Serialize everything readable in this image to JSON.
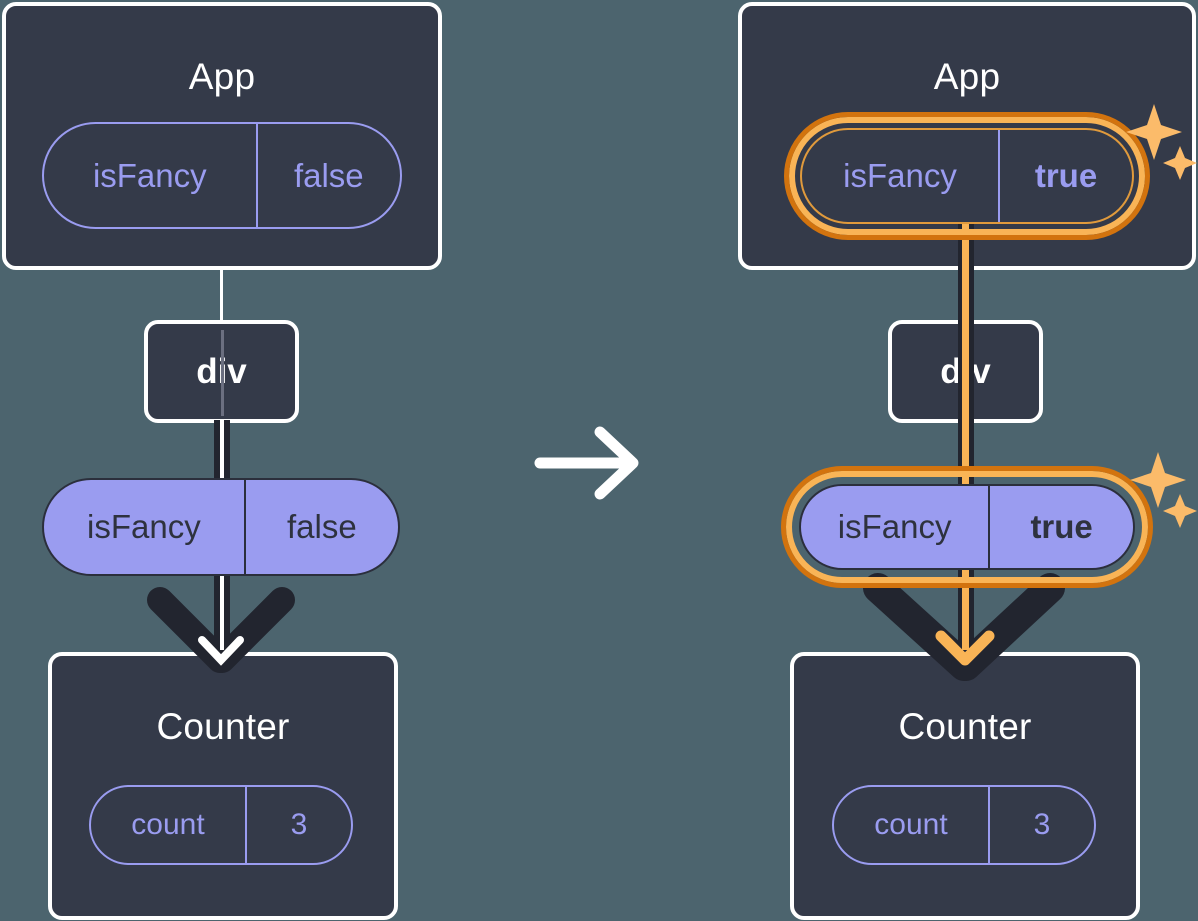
{
  "background_color": "#4C646E",
  "palette": {
    "box_fill": "#343A49",
    "box_border": "#FFFFFF",
    "pill_purple": "#9A9CF0",
    "pill_text_dark": "#2E323E",
    "highlight_orange_outer": "#D2730E",
    "highlight_orange_inner": "#F9B456",
    "line_dark": "#22252F",
    "line_white": "#FFFFFF"
  },
  "left_diagram": {
    "app": {
      "title": "App",
      "state_pill": {
        "key": "isFancy",
        "value": "false",
        "highlighted": false
      }
    },
    "div": {
      "label": "div"
    },
    "prop_pill": {
      "key": "isFancy",
      "value": "false",
      "highlighted": false
    },
    "counter": {
      "title": "Counter",
      "state_pill": {
        "key": "count",
        "value": "3",
        "highlighted": false
      }
    }
  },
  "transition": {
    "icon": "arrow-right-icon"
  },
  "right_diagram": {
    "app": {
      "title": "App",
      "state_pill": {
        "key": "isFancy",
        "value": "true",
        "highlighted": true
      },
      "sparkle_icon": "sparkle-icon"
    },
    "div": {
      "label": "div"
    },
    "prop_pill": {
      "key": "isFancy",
      "value": "true",
      "highlighted": true
    },
    "sparkle_icon": "sparkle-icon",
    "counter": {
      "title": "Counter",
      "state_pill": {
        "key": "count",
        "value": "3",
        "highlighted": false
      }
    }
  }
}
